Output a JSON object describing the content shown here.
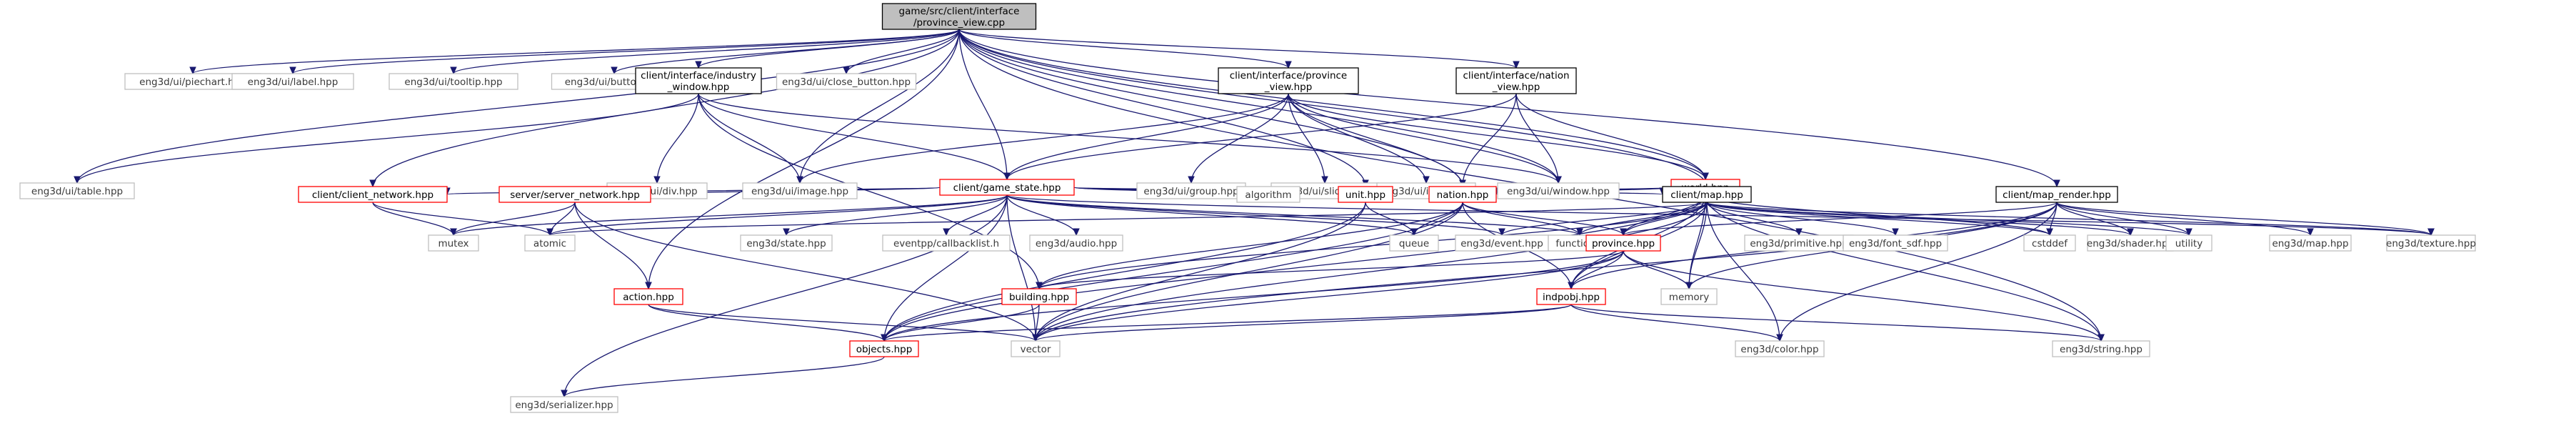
{
  "diagram": {
    "nodes": [
      {
        "id": "root",
        "lines": [
          "game/src/client/interface",
          "/province_view.cpp"
        ],
        "style": "root"
      },
      {
        "id": "piechart",
        "lines": [
          "eng3d/ui/piechart.hpp"
        ],
        "style": "grey"
      },
      {
        "id": "label",
        "lines": [
          "eng3d/ui/label.hpp"
        ],
        "style": "grey"
      },
      {
        "id": "tooltip",
        "lines": [
          "eng3d/ui/tooltip.hpp"
        ],
        "style": "grey"
      },
      {
        "id": "button",
        "lines": [
          "eng3d/ui/button.hpp"
        ],
        "style": "grey"
      },
      {
        "id": "industry",
        "lines": [
          "client/interface/industry",
          "_window.hpp"
        ],
        "style": "dark"
      },
      {
        "id": "closebtn",
        "lines": [
          "eng3d/ui/close_button.hpp"
        ],
        "style": "grey"
      },
      {
        "id": "provview",
        "lines": [
          "client/interface/province",
          "_view.hpp"
        ],
        "style": "dark"
      },
      {
        "id": "nationview",
        "lines": [
          "client/interface/nation",
          "_view.hpp"
        ],
        "style": "dark"
      },
      {
        "id": "table",
        "lines": [
          "eng3d/ui/table.hpp"
        ],
        "style": "grey"
      },
      {
        "id": "div",
        "lines": [
          "eng3d/ui/div.hpp"
        ],
        "style": "grey"
      },
      {
        "id": "image",
        "lines": [
          "eng3d/ui/image.hpp"
        ],
        "style": "grey"
      },
      {
        "id": "gamestate",
        "lines": [
          "client/game_state.hpp"
        ],
        "style": "red"
      },
      {
        "id": "group",
        "lines": [
          "eng3d/ui/group.hpp"
        ],
        "style": "grey"
      },
      {
        "id": "slider",
        "lines": [
          "eng3d/ui/slider.hpp"
        ],
        "style": "grey"
      },
      {
        "id": "input",
        "lines": [
          "eng3d/ui/input.hpp"
        ],
        "style": "grey"
      },
      {
        "id": "window",
        "lines": [
          "eng3d/ui/window.hpp"
        ],
        "style": "grey"
      },
      {
        "id": "world",
        "lines": [
          "world.hpp"
        ],
        "style": "red"
      },
      {
        "id": "clientnet",
        "lines": [
          "client/client_network.hpp"
        ],
        "style": "red"
      },
      {
        "id": "servernet",
        "lines": [
          "server/server_network.hpp"
        ],
        "style": "red"
      },
      {
        "id": "state",
        "lines": [
          "eng3d/state.hpp"
        ],
        "style": "grey"
      },
      {
        "id": "eventpp",
        "lines": [
          "eventpp/callbacklist.h"
        ],
        "style": "grey"
      },
      {
        "id": "audio",
        "lines": [
          "eng3d/audio.hpp"
        ],
        "style": "grey"
      },
      {
        "id": "algorithm",
        "lines": [
          "algorithm"
        ],
        "style": "grey"
      },
      {
        "id": "unit",
        "lines": [
          "unit.hpp"
        ],
        "style": "red"
      },
      {
        "id": "nation",
        "lines": [
          "nation.hpp"
        ],
        "style": "red"
      },
      {
        "id": "map",
        "lines": [
          "client/map.hpp"
        ],
        "style": "dark"
      },
      {
        "id": "maprender",
        "lines": [
          "client/map_render.hpp"
        ],
        "style": "dark"
      },
      {
        "id": "mutex",
        "lines": [
          "mutex"
        ],
        "style": "grey"
      },
      {
        "id": "atomic",
        "lines": [
          "atomic"
        ],
        "style": "grey"
      },
      {
        "id": "queue",
        "lines": [
          "queue"
        ],
        "style": "grey"
      },
      {
        "id": "event",
        "lines": [
          "eng3d/event.hpp"
        ],
        "style": "grey"
      },
      {
        "id": "functional",
        "lines": [
          "functional"
        ],
        "style": "grey"
      },
      {
        "id": "province",
        "lines": [
          "province.hpp"
        ],
        "style": "red"
      },
      {
        "id": "primitive",
        "lines": [
          "eng3d/primitive.hpp"
        ],
        "style": "grey"
      },
      {
        "id": "fontsdf",
        "lines": [
          "eng3d/font_sdf.hpp"
        ],
        "style": "grey"
      },
      {
        "id": "cstddef",
        "lines": [
          "cstddef"
        ],
        "style": "grey"
      },
      {
        "id": "shader",
        "lines": [
          "eng3d/shader.hpp"
        ],
        "style": "grey"
      },
      {
        "id": "utility",
        "lines": [
          "utility"
        ],
        "style": "grey"
      },
      {
        "id": "engmap",
        "lines": [
          "eng3d/map.hpp"
        ],
        "style": "grey"
      },
      {
        "id": "texture",
        "lines": [
          "eng3d/texture.hpp"
        ],
        "style": "grey"
      },
      {
        "id": "action",
        "lines": [
          "action.hpp"
        ],
        "style": "red"
      },
      {
        "id": "building",
        "lines": [
          "building.hpp"
        ],
        "style": "red"
      },
      {
        "id": "indpobj",
        "lines": [
          "indpobj.hpp"
        ],
        "style": "red"
      },
      {
        "id": "memory",
        "lines": [
          "memory"
        ],
        "style": "grey"
      },
      {
        "id": "objects",
        "lines": [
          "objects.hpp"
        ],
        "style": "red"
      },
      {
        "id": "vector",
        "lines": [
          "vector"
        ],
        "style": "grey"
      },
      {
        "id": "color",
        "lines": [
          "eng3d/color.hpp"
        ],
        "style": "grey"
      },
      {
        "id": "string",
        "lines": [
          "eng3d/string.hpp"
        ],
        "style": "grey"
      },
      {
        "id": "serializer",
        "lines": [
          "eng3d/serializer.hpp"
        ],
        "style": "grey"
      }
    ],
    "edges": [
      [
        "root",
        "piechart"
      ],
      [
        "root",
        "label"
      ],
      [
        "root",
        "tooltip"
      ],
      [
        "root",
        "button"
      ],
      [
        "root",
        "industry"
      ],
      [
        "root",
        "closebtn"
      ],
      [
        "root",
        "provview"
      ],
      [
        "root",
        "nationview"
      ],
      [
        "root",
        "table"
      ],
      [
        "root",
        "image"
      ],
      [
        "root",
        "gamestate"
      ],
      [
        "root",
        "window"
      ],
      [
        "root",
        "world"
      ],
      [
        "root",
        "clientnet"
      ],
      [
        "root",
        "unit"
      ],
      [
        "root",
        "nation"
      ],
      [
        "root",
        "map"
      ],
      [
        "root",
        "maprender"
      ],
      [
        "root",
        "action"
      ],
      [
        "root",
        "string"
      ],
      [
        "industry",
        "table"
      ],
      [
        "industry",
        "div"
      ],
      [
        "industry",
        "image"
      ],
      [
        "industry",
        "gamestate"
      ],
      [
        "industry",
        "window"
      ],
      [
        "industry",
        "building"
      ],
      [
        "provview",
        "image"
      ],
      [
        "provview",
        "gamestate"
      ],
      [
        "provview",
        "group"
      ],
      [
        "provview",
        "slider"
      ],
      [
        "provview",
        "input"
      ],
      [
        "provview",
        "window"
      ],
      [
        "provview",
        "world"
      ],
      [
        "provview",
        "nation"
      ],
      [
        "nationview",
        "gamestate"
      ],
      [
        "nationview",
        "window"
      ],
      [
        "nationview",
        "world"
      ],
      [
        "nationview",
        "nation"
      ],
      [
        "gamestate",
        "clientnet"
      ],
      [
        "gamestate",
        "servernet"
      ],
      [
        "gamestate",
        "state"
      ],
      [
        "gamestate",
        "eventpp"
      ],
      [
        "gamestate",
        "audio"
      ],
      [
        "gamestate",
        "algorithm"
      ],
      [
        "gamestate",
        "unit"
      ],
      [
        "gamestate",
        "map"
      ],
      [
        "gamestate",
        "mutex"
      ],
      [
        "gamestate",
        "atomic"
      ],
      [
        "gamestate",
        "queue"
      ],
      [
        "gamestate",
        "event"
      ],
      [
        "gamestate",
        "functional"
      ],
      [
        "gamestate",
        "objects"
      ],
      [
        "gamestate",
        "vector"
      ],
      [
        "gamestate",
        "serializer"
      ],
      [
        "gamestate",
        "texture"
      ],
      [
        "world",
        "algorithm"
      ],
      [
        "world",
        "unit"
      ],
      [
        "world",
        "nation"
      ],
      [
        "world",
        "province"
      ],
      [
        "world",
        "cstddef"
      ],
      [
        "world",
        "memory"
      ],
      [
        "world",
        "indpobj"
      ],
      [
        "world",
        "string"
      ],
      [
        "world",
        "objects"
      ],
      [
        "clientnet",
        "mutex"
      ],
      [
        "clientnet",
        "atomic"
      ],
      [
        "servernet",
        "mutex"
      ],
      [
        "servernet",
        "atomic"
      ],
      [
        "servernet",
        "action"
      ],
      [
        "servernet",
        "vector"
      ],
      [
        "unit",
        "queue"
      ],
      [
        "unit",
        "objects"
      ],
      [
        "unit",
        "vector"
      ],
      [
        "nation",
        "queue"
      ],
      [
        "nation",
        "functional"
      ],
      [
        "nation",
        "province"
      ],
      [
        "nation",
        "indpobj"
      ],
      [
        "nation",
        "building"
      ],
      [
        "nation",
        "vector"
      ],
      [
        "nation",
        "objects"
      ],
      [
        "map",
        "province"
      ],
      [
        "map",
        "primitive"
      ],
      [
        "map",
        "fontsdf"
      ],
      [
        "map",
        "cstddef"
      ],
      [
        "map",
        "shader"
      ],
      [
        "map",
        "utility"
      ],
      [
        "map",
        "texture"
      ],
      [
        "map",
        "memory"
      ],
      [
        "map",
        "functional"
      ],
      [
        "map",
        "event"
      ],
      [
        "map",
        "indpobj"
      ],
      [
        "map",
        "color"
      ],
      [
        "map",
        "vector"
      ],
      [
        "map",
        "atomic"
      ],
      [
        "map",
        "building"
      ],
      [
        "maprender",
        "cstddef"
      ],
      [
        "maprender",
        "shader"
      ],
      [
        "maprender",
        "utility"
      ],
      [
        "maprender",
        "engmap"
      ],
      [
        "maprender",
        "texture"
      ],
      [
        "maprender",
        "memory"
      ],
      [
        "maprender",
        "vector"
      ],
      [
        "maprender",
        "color"
      ],
      [
        "maprender",
        "indpobj"
      ],
      [
        "maprender",
        "province"
      ],
      [
        "province",
        "building"
      ],
      [
        "province",
        "indpobj"
      ],
      [
        "province",
        "memory"
      ],
      [
        "province",
        "objects"
      ],
      [
        "province",
        "vector"
      ],
      [
        "province",
        "string"
      ],
      [
        "action",
        "objects"
      ],
      [
        "action",
        "vector"
      ],
      [
        "building",
        "objects"
      ],
      [
        "building",
        "vector"
      ],
      [
        "indpobj",
        "vector"
      ],
      [
        "indpobj",
        "color"
      ],
      [
        "indpobj",
        "string"
      ],
      [
        "indpobj",
        "objects"
      ],
      [
        "objects",
        "serializer"
      ]
    ]
  }
}
